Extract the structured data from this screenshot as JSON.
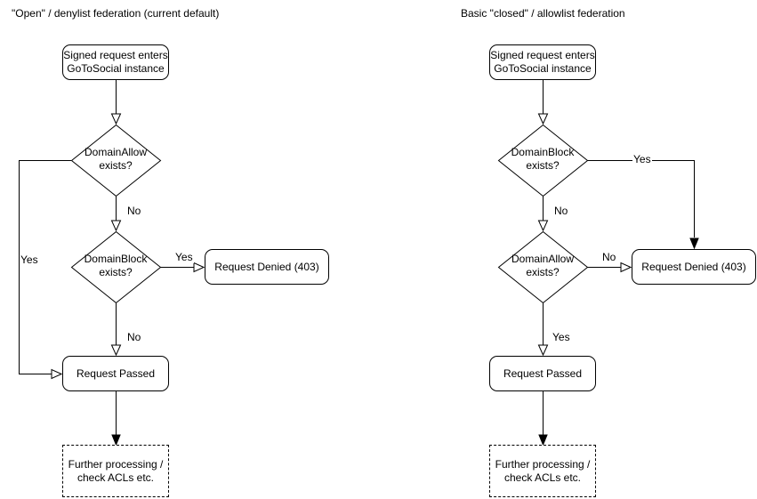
{
  "page": {
    "background": "#ffffff",
    "stroke_color": "#000000",
    "text_color": "#000000"
  },
  "left_chart": {
    "title": "\"Open\" / denylist federation (current default)",
    "start": {
      "line1": "Signed request enters",
      "line2": "GoToSocial instance"
    },
    "decision1": {
      "line1": "DomainAllow",
      "line2": "exists?",
      "no_label": "No",
      "yes_label": "Yes"
    },
    "decision2": {
      "line1": "DomainBlock",
      "line2": "exists?",
      "yes_label": "Yes",
      "no_label": "No"
    },
    "denied": {
      "label": "Request Denied (403)"
    },
    "passed": {
      "label": "Request Passed"
    },
    "further": {
      "line1": "Further processing /",
      "line2": "check ACLs etc."
    }
  },
  "right_chart": {
    "title": "Basic \"closed\" / allowlist federation",
    "start": {
      "line1": "Signed request enters",
      "line2": "GoToSocial instance"
    },
    "decision1": {
      "line1": "DomainBlock",
      "line2": "exists?",
      "yes_label": "Yes",
      "no_label": "No"
    },
    "decision2": {
      "line1": "DomainAllow",
      "line2": "exists?",
      "no_label": "No",
      "yes_label": "Yes"
    },
    "denied": {
      "label": "Request Denied (403)"
    },
    "passed": {
      "label": "Request Passed"
    },
    "further": {
      "line1": "Further processing /",
      "line2": "check ACLs etc."
    }
  }
}
